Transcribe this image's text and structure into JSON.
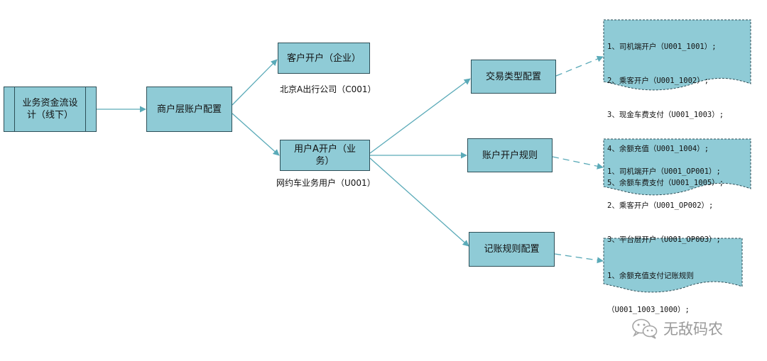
{
  "nodes": {
    "root": "业务资金流设\n计（线下）",
    "merchant": "商户层账户配置",
    "customer": "客户开户（企业）",
    "user": "用户A开户（业\n务）",
    "trade": "交易类型配置",
    "account_rule": "账户开户规则",
    "booking": "记账规则配置"
  },
  "captions": {
    "customer": "北京A出行公司（C001）",
    "user": "网约车业务用户（U001）"
  },
  "notes": {
    "trade": [
      "1、司机端开户（U001_1001）;",
      "2、乘客开户（U001_1002）;",
      "3、现金车费支付（U001_1003）;",
      "4、余额充值（U001_1004）;",
      "5、余额车费支付（U001_1005）;"
    ],
    "account_rule": [
      "1、司机端开户（U001_OP001）;",
      "2、乘客开户（U001_OP002）;",
      "3、平台层开户（U001_OP003）;"
    ],
    "booking": [
      "1、余额充值支付记账规则",
      "（U001_1003_1000）;"
    ]
  },
  "watermark": "无敌码农",
  "colors": {
    "node_fill": "#8fcbd6",
    "edge": "#5aaab8",
    "border": "#2d4f58"
  }
}
